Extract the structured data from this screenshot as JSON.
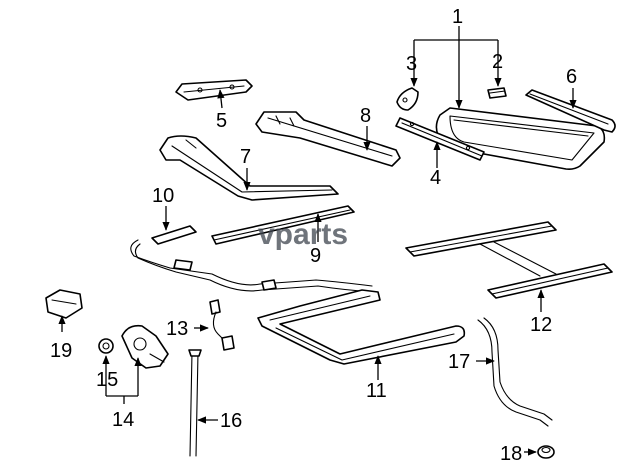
{
  "watermark": "vparts",
  "callouts": [
    "1",
    "2",
    "3",
    "4",
    "5",
    "6",
    "7",
    "8",
    "9",
    "10",
    "11",
    "12",
    "13",
    "14",
    "15",
    "16",
    "17",
    "18",
    "19"
  ],
  "colors": {
    "line": "#000000",
    "background": "#ffffff",
    "watermark": "#3f4650"
  }
}
